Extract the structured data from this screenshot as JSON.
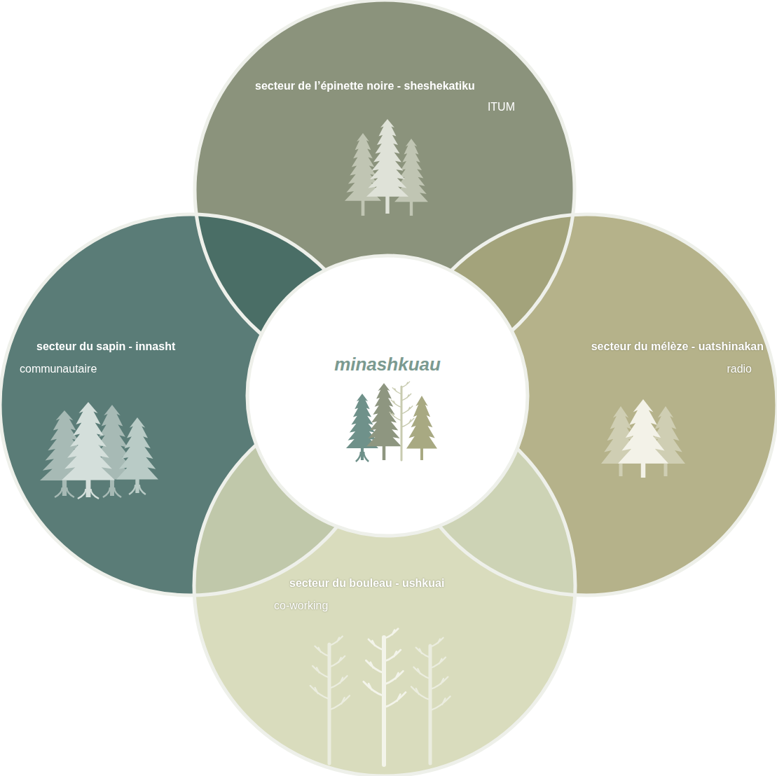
{
  "diagram": {
    "nodes": [
      {
        "text": [
          "secteur de l’épinette noire - sheshekatiku",
          "ITUM"
        ]
      },
      {
        "text": [
          "secteur du sapin - innasht",
          "communautaire"
        ]
      },
      {
        "text": [
          "minashkuau"
        ]
      },
      {
        "text": [
          "secteur du mélèze - uatshinakan",
          "radio"
        ]
      },
      {
        "text": [
          "secteur du bouleau - ushkuai",
          "co-working"
        ]
      }
    ]
  }
}
